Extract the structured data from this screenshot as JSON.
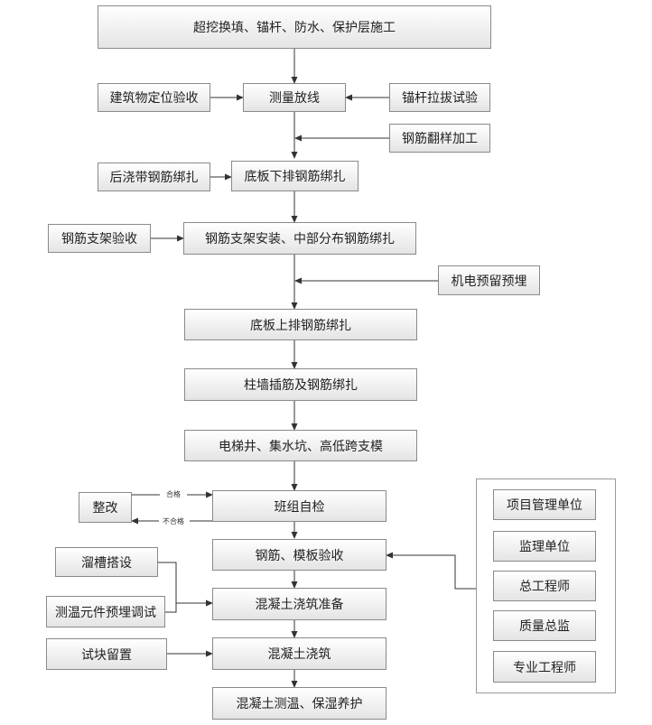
{
  "steps": {
    "s1": "超挖换填、锚杆、防水、保护层施工",
    "s2": "测量放线",
    "s3": "底板下排钢筋绑扎",
    "s4": "钢筋支架安装、中部分布钢筋绑扎",
    "s5": "底板上排钢筋绑扎",
    "s6": "柱墙插筋及钢筋绑扎",
    "s7": "电梯井、集水坑、高低跨支模",
    "s8": "班组自检",
    "s9": "钢筋、模板验收",
    "s10": "混凝土浇筑准备",
    "s11": "混凝土浇筑",
    "s12": "混凝土测温、保湿养护"
  },
  "inputs": {
    "building_position_check": "建筑物定位验收",
    "anchor_pull_test": "锚杆拉拔试验",
    "rebar_sample_processing": "钢筋翻样加工",
    "post_pour_strip_rebar": "后浇带钢筋绑扎",
    "rebar_support_check": "钢筋支架验收",
    "mep_embedment": "机电预留预埋",
    "rectify": "整改",
    "chute_setup": "溜槽搭设",
    "temp_sensor_embed_test": "测温元件预埋调试",
    "test_block_retain": "试块留置"
  },
  "edge_labels": {
    "pass": "合格",
    "fail": "不合格"
  },
  "inspectors": [
    "项目管理单位",
    "监理单位",
    "总工程师",
    "质量总监",
    "专业工程师"
  ]
}
